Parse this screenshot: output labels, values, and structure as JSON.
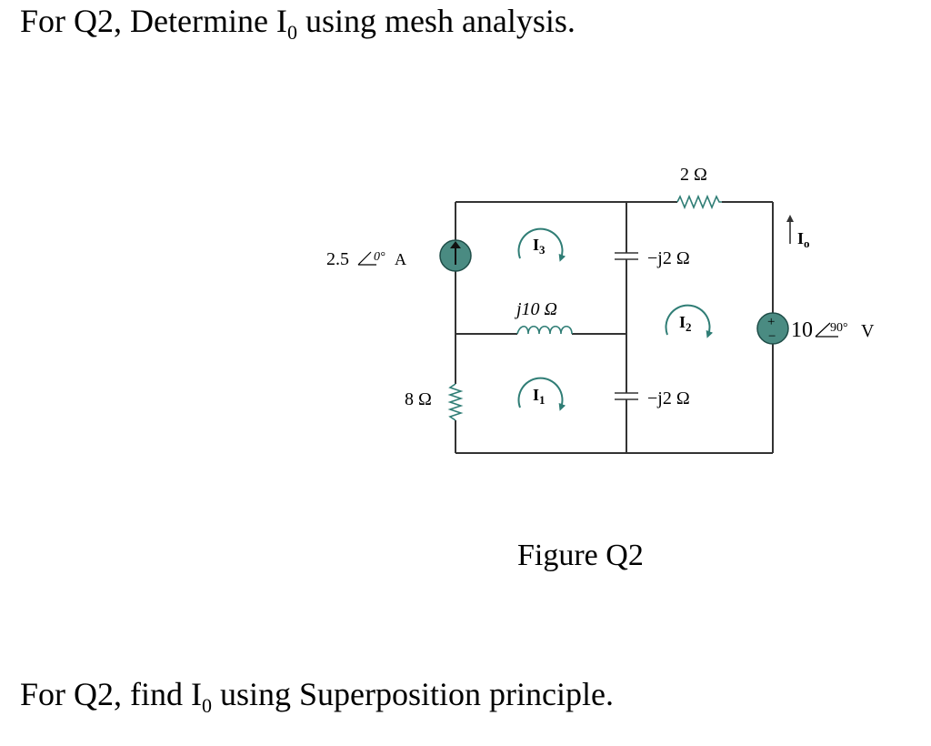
{
  "question_1": {
    "pre": "For Q2, Determine I",
    "sub": "0",
    "post": " using mesh analysis."
  },
  "question_2": {
    "pre": "For Q2, find I",
    "sub": "0",
    "post": " using Superposition principle."
  },
  "figure_caption": "Figure Q2",
  "circuit": {
    "current_source": {
      "magnitude": "2.5",
      "angle": "0°",
      "unit": "A"
    },
    "voltage_source": {
      "magnitude": "10",
      "angle": "90°",
      "unit": "V",
      "plus": "+",
      "minus": "−"
    },
    "resistor_top": "2 Ω",
    "resistor_left": "8 Ω",
    "inductor": "j10 Ω",
    "capacitor_upper": "−j2 Ω",
    "capacitor_lower": "−j2 Ω",
    "mesh_labels": {
      "i1": {
        "letter": "I",
        "sub": "1"
      },
      "i2": {
        "letter": "I",
        "sub": "2"
      },
      "i3": {
        "letter": "I",
        "sub": "3"
      }
    },
    "output_current": {
      "letter": "I",
      "sub": "o"
    }
  },
  "colors": {
    "source_fill": "#4a8b82",
    "mesh_arrow": "#2f7d75",
    "wire": "#333333"
  }
}
